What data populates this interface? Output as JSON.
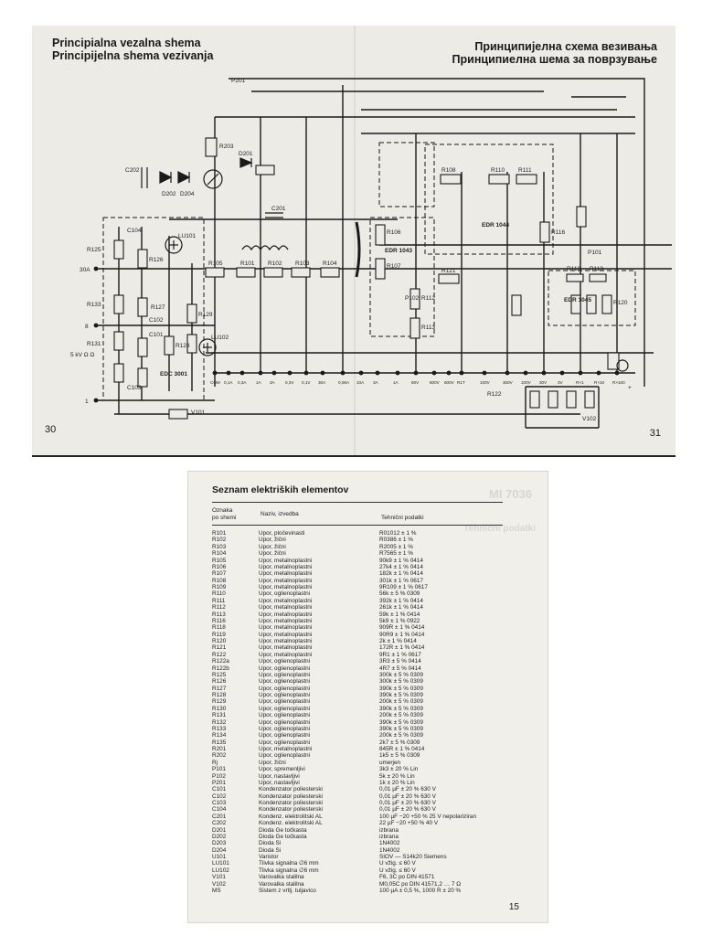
{
  "spread": {
    "title_left_1": "Principialna vezalna shema",
    "title_left_2": "Principijelna shema vezivanja",
    "title_right_1": "Принципијелна схема везивања",
    "title_right_2": "Принципиелна шема за поврзување",
    "page_left": "30",
    "page_right": "31",
    "labels": {
      "p201": "P201",
      "r203": "R203",
      "d201": "D201",
      "c202": "C202",
      "c201": "C201",
      "d202": "D202",
      "d204": "D204",
      "lu101": "LU101",
      "lu102": "LU102",
      "r101": "R101",
      "r102": "R102",
      "r103": "R103",
      "r104": "R104",
      "r105": "R105",
      "r106": "R106",
      "r107": "R107",
      "r108": "R108",
      "r110": "R110",
      "r111": "R111",
      "r112": "R112",
      "r113": "R113",
      "r116": "R116",
      "r118": "R118",
      "r119": "R119",
      "r120": "R120",
      "r121": "R121",
      "r122": "R122",
      "r125": "R125",
      "r126": "R126",
      "r127": "R127",
      "r128": "R128",
      "r129": "R129",
      "r131": "R131",
      "r133": "R133",
      "c101": "C101",
      "c102": "C102",
      "c103": "C103",
      "c104": "C104",
      "p101": "P101",
      "p102": "P102",
      "v101": "V101",
      "v102": "V102",
      "edr1043": "EDR 1043",
      "edr1044": "EDR 1044",
      "edr1045": "EDR 1045",
      "edc3001": "EDC 3001",
      "t304": "30A",
      "t8": "8",
      "t1": "1",
      "t5v": "5 kV Ω Ω",
      "tp": "+"
    },
    "terminals": [
      "COM",
      "0,1A",
      "0,3A",
      "1A",
      "3A",
      "0,3V",
      "0,1V",
      "30A",
      "0,06A",
      "10A",
      "3A",
      "1A",
      "60V",
      "600V",
      "600V",
      "R1T",
      "100V",
      "300V",
      "100V",
      "30V",
      "3V",
      "R×1",
      "R×10",
      "R×100"
    ]
  },
  "page15": {
    "title": "Seznam elektriških elementov",
    "ghost_right": "MI 7036",
    "ghost_left": "Tehnični podatki",
    "headers": {
      "col1": [
        "Oznaka",
        "po shemi"
      ],
      "col2": "Naziv, izvedba",
      "col3": "Tehnični podatki"
    },
    "rows": [
      [
        "R101",
        "Upor, pločevinasti",
        "R01012    ± 1 %"
      ],
      [
        "R102",
        "Upor, žični",
        "R0386     ± 1 %"
      ],
      [
        "R103",
        "Upor, žični",
        "R2005     ± 1 %"
      ],
      [
        "R104",
        "Upor, žični",
        "R7565     ± 1 %"
      ],
      [
        "R105",
        "Upor, metalnoplastni",
        "90k9      ± 1 %       0414"
      ],
      [
        "R106",
        "Upor, metalnoplastni",
        "27k4      ± 1 %       0414"
      ],
      [
        "R107",
        "Upor, metalnoplastni",
        "182k      ± 1 %       0414"
      ],
      [
        "R108",
        "Upor, metalnoplastni",
        "301k      ± 1 %       0617"
      ],
      [
        "R109",
        "Upor, metalnoplastni",
        "9R109     ± 1 %       0617"
      ],
      [
        "R110",
        "Upor, oglienoplastni",
        "56k       ± 5 %       0309"
      ],
      [
        "R111",
        "Upor, metalnoplastni",
        "392k      ± 1 %       0414"
      ],
      [
        "R112",
        "Upor, metalnoplastni",
        "261k      ± 1 %       0414"
      ],
      [
        "R113",
        "Upor, metalnoplastni",
        "59k       ± 1 %       0414"
      ],
      [
        "R116",
        "Upor, metalnoplastni",
        "5k9       ± 1 %       0922"
      ],
      [
        "R118",
        "Upor, metalnoplastni",
        "909R      ± 1 %       0414"
      ],
      [
        "R119",
        "Upor, metalnoplastni",
        "90R9      ± 1 %       0414"
      ],
      [
        "R120",
        "Upor, metalnoplastni",
        "2k        ± 1 %       0414"
      ],
      [
        "R121",
        "Upor, metalnoplastni",
        "172R      ± 1 %       0414"
      ],
      [
        "R122",
        "Upor, metalnoplastni",
        "9R1       ± 1 %       0617"
      ],
      [
        "R122a",
        "Upor, oglienoplastni",
        "3R3       ± 5 %       0414"
      ],
      [
        "R122b",
        "Upor, oglienoplastni",
        "4R7       ± 5 %       0414"
      ],
      [
        "R125",
        "Upor, oglienoplastni",
        "300k      ± 5 %       0309"
      ],
      [
        "R126",
        "Upor, oglienoplastni",
        "300k      ± 5 %       0309"
      ],
      [
        "R127",
        "Upor, oglienoplastni",
        "390k      ± 5 %       0309"
      ],
      [
        "R128",
        "Upor, oglienoplastni",
        "390k      ± 5 %       0309"
      ],
      [
        "R129",
        "Upor, oglienoplastni",
        "200k      ± 5 %       0309"
      ],
      [
        "R130",
        "Upor, oglienoplastni",
        "390k      ± 5 %       0309"
      ],
      [
        "R131",
        "Upor, oglienoplastni",
        "200k      ± 5 %       0309"
      ],
      [
        "R132",
        "Upor, oglienoplastni",
        "390k      ± 5 %       0309"
      ],
      [
        "R133",
        "Upor, oglienoplastni",
        "390k      ± 5 %       0309"
      ],
      [
        "R134",
        "Upor, oglienoplastni",
        "200k      ± 5 %       0309"
      ],
      [
        "R135",
        "Upor, oglienoplastni",
        "2k7       ± 5 %       0309"
      ],
      [
        "R201",
        "Upor, metalnoplastni",
        "845R      ± 1 %       0414"
      ],
      [
        "R202",
        "Upor, oglienoplastni",
        "1k5       ± 5 %       0309"
      ],
      [
        "Rj",
        "Upor, žični",
        "umerjen"
      ],
      [
        "P101",
        "Upor, spremenljivi",
        "3k3       ± 20 %  Lin"
      ],
      [
        "P102",
        "Upor, nastavljivi",
        "5k        ± 20 %  Lin"
      ],
      [
        "P201",
        "Upor, nastavljivi",
        "1k        ± 20 %  Lin"
      ],
      [
        "C101",
        "Kondenzator poliesterski",
        "0,01 µF    ± 20 %  630 V"
      ],
      [
        "C102",
        "Kondenzator poliesterski",
        "0,01 µF    ± 20 %  630 V"
      ],
      [
        "C103",
        "Kondenzator poliesterski",
        "0,01 µF    ± 20 %  630 V"
      ],
      [
        "C104",
        "Kondenzator poliesterski",
        "0,01 µF    ± 20 %  630 V"
      ],
      [
        "C201",
        "Kondenz. elektrolitski AL",
        "100 µF  −20 +50 %  25 V  nepolariziran"
      ],
      [
        "C202",
        "Kondenz. elektrolitski AL",
        "22 µF  −20 +50 %  40 V"
      ],
      [
        "D201",
        "Dioda Ge točkasta",
        "izbrana"
      ],
      [
        "D202",
        "Dioda Ge točkasta",
        "izbrana"
      ],
      [
        "D203",
        "Dioda Si",
        "1N4002"
      ],
      [
        "D204",
        "Dioda Si",
        "1N4002"
      ],
      [
        "U101",
        "Varistor",
        "SIOV — S14k20 Siemens"
      ],
      [
        "LU101",
        "Tlivka signalna ∅6 mm",
        "U vžig. ≤ 60 V"
      ],
      [
        "LU102",
        "Tlivka signalna ∅6 mm",
        "U vžig. ≤ 60 V"
      ],
      [
        "V101",
        "Varovalka stalilna",
        "F6, 3C po DIN 41571"
      ],
      [
        "V102",
        "Varovalka stalilna",
        "M0,05C po DIN 41571,2 … 7 Ω"
      ],
      [
        "MS",
        "Sistem z vrtlj. tuljavico",
        "100 µA ± 0,5 %, 1000 R ± 20 %"
      ]
    ],
    "page_number": "15"
  }
}
